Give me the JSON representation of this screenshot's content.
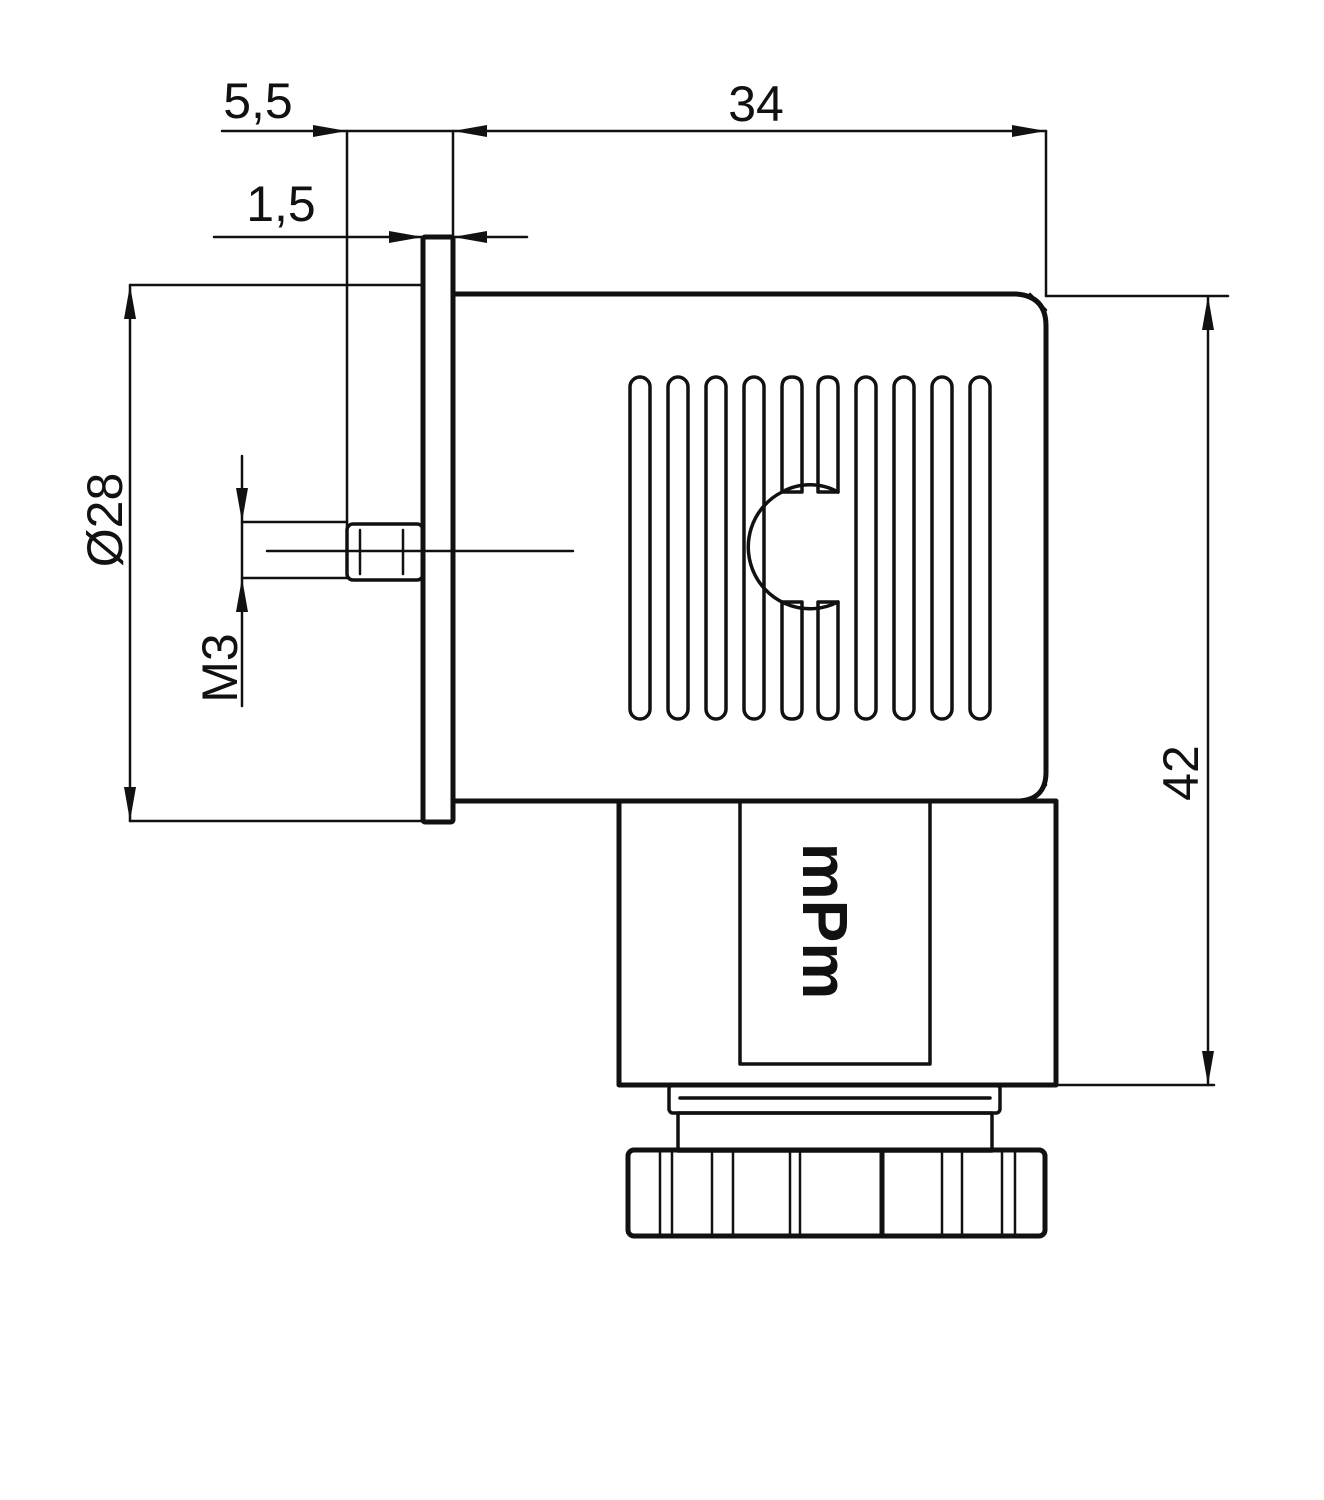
{
  "dimensions": {
    "slot_offset": "5,5",
    "body_width": "34",
    "flange_thickness": "1,5",
    "flange_diameter": "Ø28",
    "screw_thread": "M3",
    "total_height": "42"
  },
  "brand_label": "mPm",
  "colors": {
    "line": "#111111",
    "background": "#ffffff"
  }
}
